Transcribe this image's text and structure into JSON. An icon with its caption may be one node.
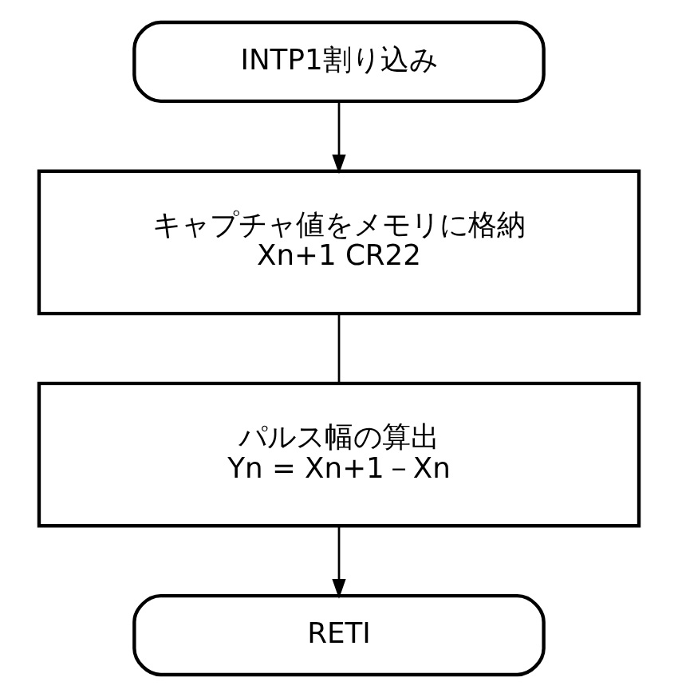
{
  "diagram": {
    "nodes": [
      {
        "text": [
          "INTP1割り込み"
        ]
      },
      {
        "text": [
          "キャプチャ値をメモリに格納",
          "Xn+1 CR22"
        ]
      },
      {
        "text": [
          "パルス幅の算出",
          "Yn = Xn+1－Xn"
        ]
      },
      {
        "text": [
          "RETI"
        ]
      }
    ],
    "edges": [
      {
        "from": 0,
        "to": 1,
        "arrow": "to"
      },
      {
        "from": 1,
        "to": 2,
        "arrow": "none"
      },
      {
        "from": 2,
        "to": 3,
        "arrow": "to"
      }
    ]
  }
}
